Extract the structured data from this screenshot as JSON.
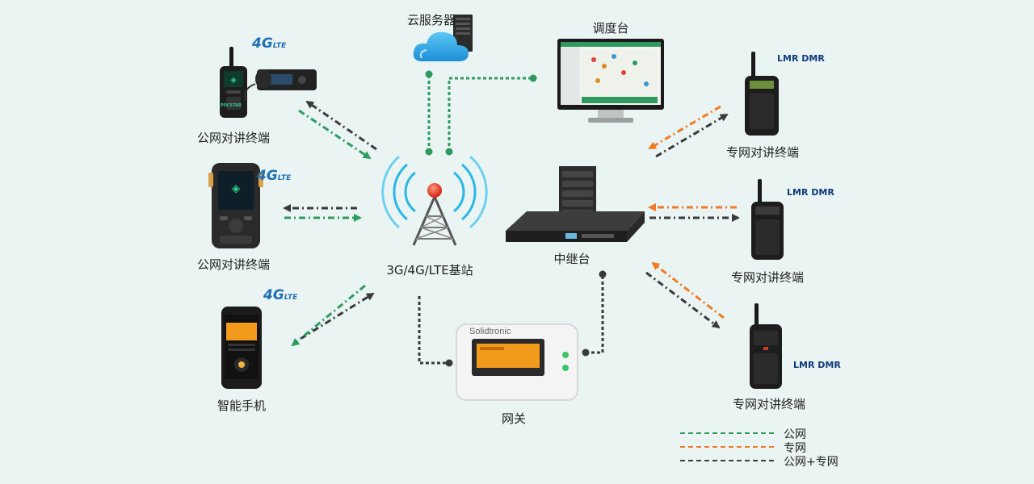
{
  "nodes": {
    "cloud_server": "云服务器",
    "dispatch": "调度台",
    "public_terminal_1": "公网对讲终端",
    "public_terminal_2": "公网对讲终端",
    "smartphone": "智能手机",
    "base_station": "3G/4G/LTE基站",
    "repeater": "中继台",
    "gateway": "网关",
    "private_terminal_1": "专网对讲终端",
    "private_terminal_2": "专网对讲终端",
    "private_terminal_3": "专网对讲终端"
  },
  "badges": {
    "lte_main": "4G",
    "lte_sub": "LTE",
    "lmr": "LMR",
    "dmr": "DMR",
    "device_brand_1": "POCSTAR",
    "gateway_brand": "Solidtronic"
  },
  "legend": [
    {
      "label": "公网",
      "color": "#2e9a5e"
    },
    {
      "label": "专网",
      "color": "#f07a25"
    },
    {
      "label": "公网+专网",
      "color": "#3a3a3a"
    }
  ],
  "colors": {
    "public": "#2e9a5e",
    "private": "#f07a25",
    "combined": "#3a3a3a",
    "background": "#eaf4f3"
  }
}
